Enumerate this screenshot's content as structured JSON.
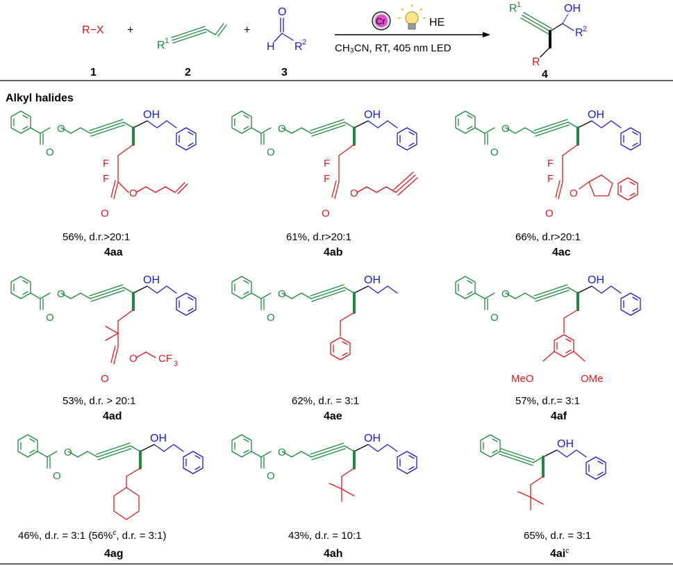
{
  "reaction": {
    "reagent1": "R−X",
    "plus": "+",
    "reagent2_sub": "R",
    "reagent2_sup": "1",
    "reagent3_o": "O",
    "reagent3_h": "H",
    "reagent3_sub": "R",
    "reagent3_sup": "2",
    "label1": "1",
    "label2": "2",
    "label3": "3",
    "label4": "4",
    "catalyst": "Cr",
    "additive": "HE",
    "conditions": "CH₃CN, RT, 405 nm LED",
    "product_r": "R",
    "product_r1": "R",
    "product_r1_sup": "1",
    "product_oh": "OH",
    "product_r2": "R",
    "product_r2_sup": "2"
  },
  "section_title": "Alkyl halides",
  "atoms": {
    "o": "O",
    "oh": "OH",
    "f": "F",
    "cf3": "CF",
    "cf3_sub": "3",
    "ome": "MeO",
    "ome2": "OMe"
  },
  "compounds": [
    {
      "id": "4aa",
      "yield": "56%, d.r.>20:1"
    },
    {
      "id": "4ab",
      "yield": "61%, d.r>20:1"
    },
    {
      "id": "4ac",
      "yield": "66%, d.r>20:1"
    },
    {
      "id": "4ad",
      "yield": "53%, d.r. > 20:1"
    },
    {
      "id": "4ae",
      "yield": "62%, d.r. = 3:1"
    },
    {
      "id": "4af",
      "yield": "57%, d.r.= 3:1"
    },
    {
      "id": "4ag",
      "yield_main": "46%, d.r. = 3:1 (56%",
      "yield_sup": "c",
      "yield_tail": ", d.r. = 3:1)"
    },
    {
      "id": "4ah",
      "yield": "43%, d.r. = 10:1"
    },
    {
      "id": "4ai",
      "yield": "65%, d.r. = 3:1",
      "id_sup": "c"
    }
  ]
}
